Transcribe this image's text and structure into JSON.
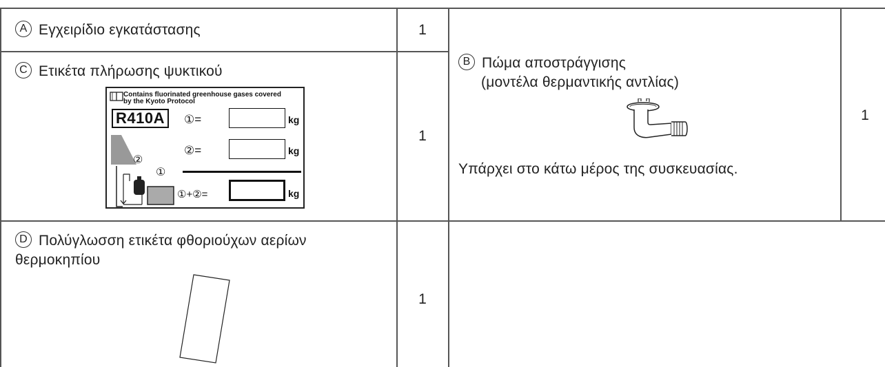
{
  "items": {
    "a": {
      "letter": "A",
      "name": "Εγχειρίδιο εγκατάστασης",
      "qty": "1"
    },
    "b": {
      "letter": "B",
      "name_line1": "Πώμα αποστράγγισης",
      "name_line2": "(μοντέλα θερμαντικής αντλίας)",
      "note": "Υπάρχει στο κάτω μέρος της συσκευασίας.",
      "qty": "1"
    },
    "c": {
      "letter": "C",
      "name": "Ετικέτα πλήρωσης ψυκτικού",
      "qty": "1"
    },
    "d": {
      "letter": "D",
      "name_line1": "Πολύγλωσση ετικέτα φθοριούχων αερίων",
      "name_line2": "θερμοκηπίου",
      "qty": "1"
    }
  },
  "refrigerant_label": {
    "header_line1": "Contains fluorinated greenhouse gases covered",
    "header_line2": "by the Kyoto Protocol",
    "refrigerant": "R410A",
    "row1_prefix": "①=",
    "row2_prefix": "②=",
    "row3_prefix": "①+②=",
    "unit": "kg",
    "marker1": "①",
    "marker2": "②"
  }
}
